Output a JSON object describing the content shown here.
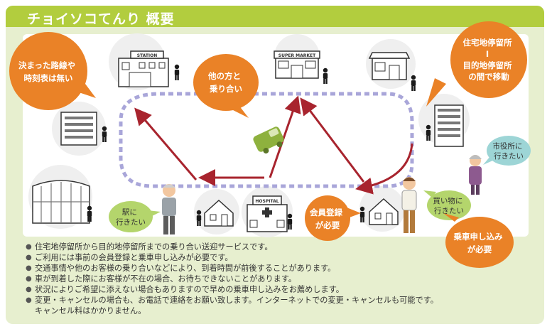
{
  "header": {
    "title": "チョイソコてんり 概要"
  },
  "colors": {
    "header_green": "#b2cd3e",
    "frame_green": "#e7efcf",
    "bubble_orange": "#ea8227",
    "bubble_teal": "#9dd5d6",
    "bubble_green": "#b4d56c",
    "route_purple": "#a9a6d9",
    "arrow_red": "#a8242e",
    "car_green": "#8eb13e"
  },
  "icons": [
    "station-building",
    "supermarket-building",
    "store-building",
    "apartment-building",
    "office-building",
    "mall-building",
    "house",
    "hospital-building",
    "person-silhouette",
    "car"
  ],
  "map": {
    "station_sign": "STATION",
    "supermarket_sign": "SUPER MARKET",
    "hospital_sign": "HOSPITAL"
  },
  "bubbles": {
    "no_timetable": [
      "決まった路線や",
      "時刻表は無い"
    ],
    "shared_ride": [
      "他の方と",
      "乗り合い"
    ],
    "home_to_destination": [
      "住宅地停留所",
      "I",
      "目的地停留所",
      "の間で移動"
    ],
    "city_hall": [
      "市役所に",
      "行きたい"
    ],
    "shopping": [
      "買い物に",
      "行きたい"
    ],
    "station": [
      "駅に",
      "行きたい"
    ],
    "membership": [
      "会員登録",
      "が必要"
    ],
    "reservation": [
      "乗車申し込み",
      "が必要"
    ]
  },
  "notes": [
    "住宅地停留所から目的地停留所までの乗り合い送迎サービスです。",
    "ご利用には事前の会員登録と乗車申し込みが必要です。",
    "交通事情や他のお客様の乗り合いなどにより、到着時間が前後することがあります。",
    "車が到着した際にお客様が不在の場合、お待ちできないことがあります。",
    "状況によりご希望に添えない場合もありますので早めの乗車申し込みをお薦めします。",
    "変更・キャンセルの場合も、お電話で連絡をお願い致します。インターネットでの変更・キャンセルも可能です。\nキャンセル料はかかりません。"
  ]
}
